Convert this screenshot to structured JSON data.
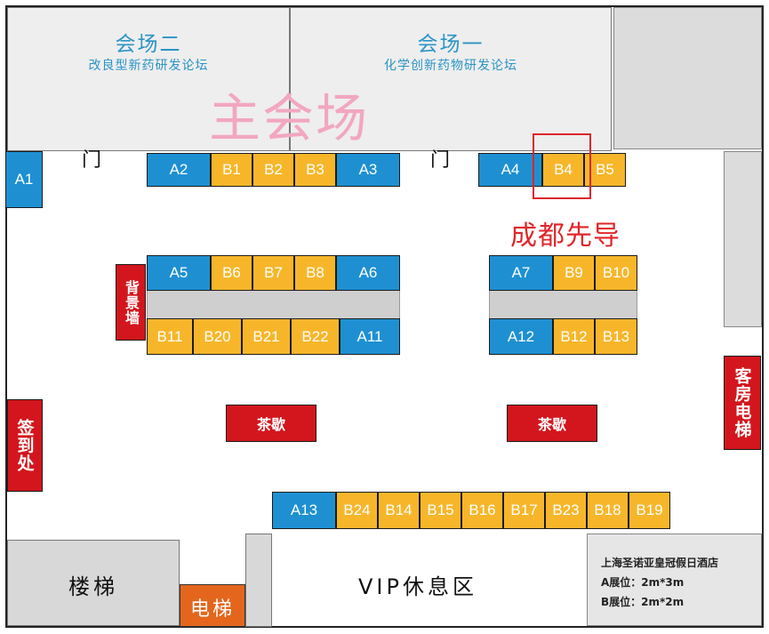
{
  "halls": {
    "hall2": {
      "title": "会场二",
      "subtitle": "改良型新药研发论坛"
    },
    "hall1": {
      "title": "会场一",
      "subtitle": "化学创新药物研发论坛"
    },
    "main": "主会场"
  },
  "doors": {
    "left": "门",
    "right": "门"
  },
  "highlight": {
    "label": "成都先导",
    "booth": "B4",
    "color": "#e0252a"
  },
  "booths": {
    "a1": "A1",
    "top_row_left": [
      "A2",
      "B1",
      "B2",
      "B3",
      "A3"
    ],
    "top_row_right": [
      "A4",
      "B4",
      "B5"
    ],
    "island1_top": [
      "A5",
      "B6",
      "B7",
      "B8",
      "A6"
    ],
    "island1_bottom": [
      "B11",
      "B20",
      "B21",
      "B22",
      "A11"
    ],
    "island2_top": [
      "A7",
      "B9",
      "B10"
    ],
    "island2_bottom": [
      "A12",
      "B12",
      "B13"
    ],
    "bottom_row": [
      "A13",
      "B24",
      "B14",
      "B15",
      "B16",
      "B17",
      "B23",
      "B18",
      "B19"
    ]
  },
  "labels": {
    "backdrop": "背景墙",
    "signin": "签到处",
    "tea_left": "茶歇",
    "tea_right": "茶歇",
    "guest_elevator": "客房电梯",
    "stairs": "楼梯",
    "elevator": "电梯",
    "vip": "VIP休息区"
  },
  "legend": {
    "hotel": "上海圣诺亚皇冠假日酒店",
    "a_size": "A展位：2m*3m",
    "b_size": "B展位：2m*2m"
  },
  "colors": {
    "booth_a": "#1e90d2",
    "booth_b": "#f7b62a",
    "red": "#d3161d",
    "hall_text": "#2b94c6",
    "main_hall_text": "#f2a7bf"
  }
}
